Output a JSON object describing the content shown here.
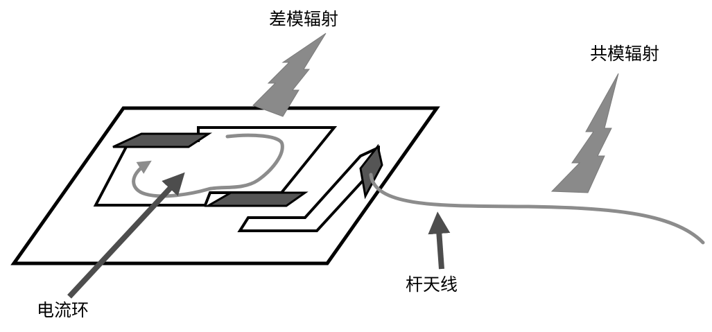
{
  "labels": {
    "differential_mode": "差模辐射",
    "common_mode": "共模辐射",
    "current_loop": "电流环",
    "rod_antenna": "杆天线"
  },
  "colors": {
    "outline": "#000000",
    "pad": "#555555",
    "current_path": "#8c8c8c",
    "arrow": "#4d4d4d",
    "radiation": "#8a8a8a"
  },
  "icons": {
    "differential_radiation": "lightning-bolt-icon",
    "common_radiation": "lightning-bolt-icon"
  }
}
